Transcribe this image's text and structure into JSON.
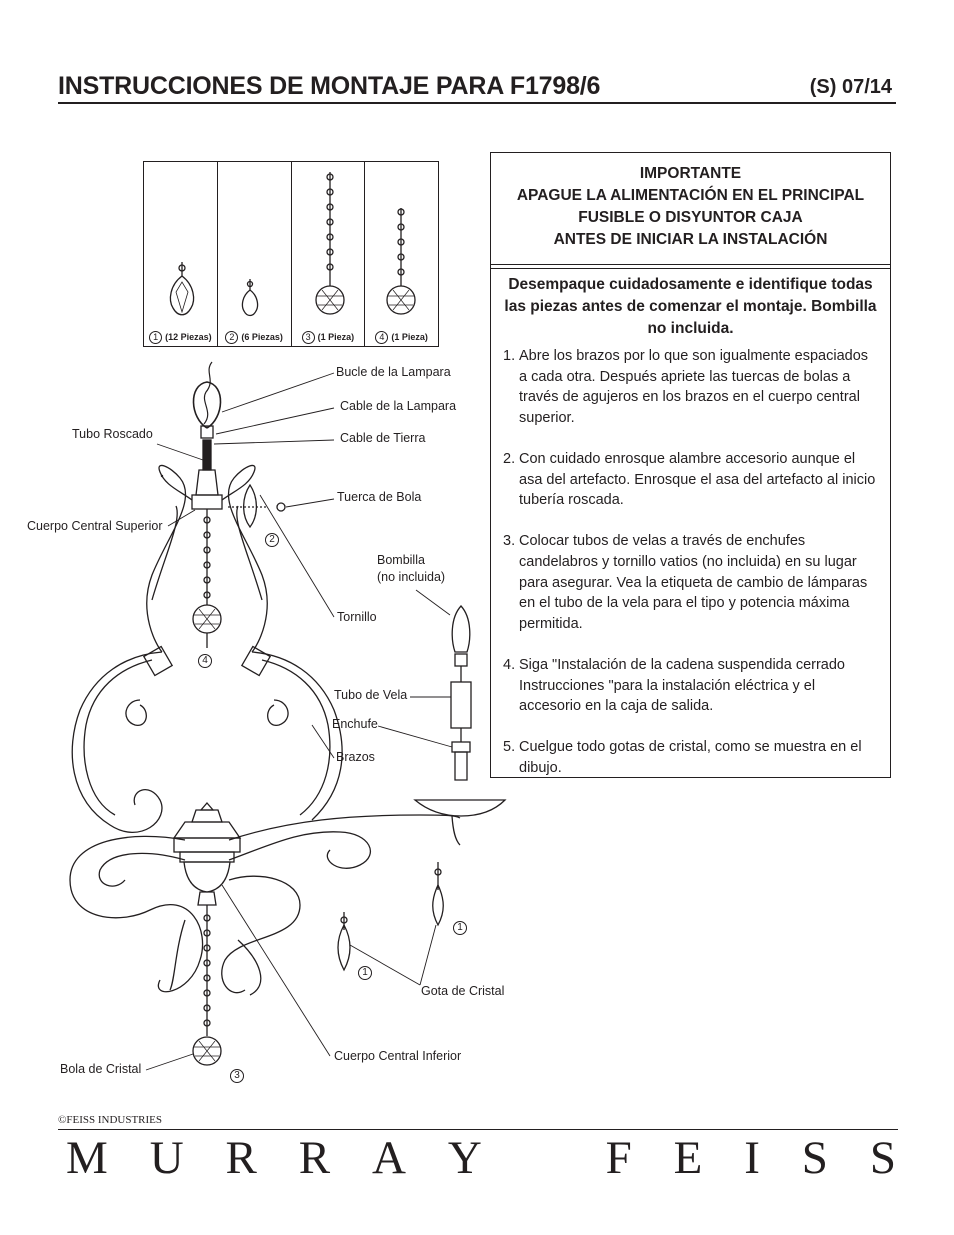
{
  "header": {
    "title": "INSTRUCCIONES DE MONTAJE PARA  F1798/6",
    "code": "(S) 07/14"
  },
  "important": {
    "lines": [
      "IMPORTANTE",
      "APAGUE LA ALIMENTACIÓN EN EL PRINCIPAL",
      "FUSIBLE O DISYUNTOR CAJA",
      "ANTES DE INICIAR LA INSTALACIÓN"
    ],
    "intro": "Desempaque cuidadosamente e identifique todas las piezas antes de comenzar el montaje. Bombilla no incluida.",
    "steps": [
      {
        "num": "1.",
        "text": "Abre los brazos por lo que son igualmente espaciados a cada otra. Después apriete las tuercas de bolas a través de agujeros en los brazos en el cuerpo central superior."
      },
      {
        "num": "2.",
        "text": "Con cuidado enrosque alambre accesorio aunque el asa del artefacto. Enrosque el asa del artefacto al inicio tubería roscada."
      },
      {
        "num": "3.",
        "text": "Colocar tubos de velas a través de enchufes candelabros y tornillo vatios (no incluida) en su lugar para asegurar. Vea la etiqueta de cambio de lámparas en el tubo de la vela para el tipo y potencia máxima permitida."
      },
      {
        "num": "4.",
        "text": "Siga \"Instalación de la cadena suspendida cerrado Instrucciones \"para la instalación eléctrica y el accesorio en la caja de salida."
      },
      {
        "num": "5.",
        "text": "Cuelgue todo gotas de cristal, como se muestra en el dibujo."
      }
    ]
  },
  "parts": [
    {
      "num": "1",
      "label": "(12 Piezas)"
    },
    {
      "num": "2",
      "label": "(6 Piezas)"
    },
    {
      "num": "3",
      "label": "(1 Pieza)"
    },
    {
      "num": "4",
      "label": "(1 Pieza)"
    }
  ],
  "callouts": {
    "bucle": "Bucle de la Lampara",
    "cable_lampara": "Cable de la Lampara",
    "cable_tierra": "Cable de Tierra",
    "tubo_roscado": "Tubo Roscado",
    "tuerca": "Tuerca de Bola",
    "cuerpo_superior": "Cuerpo Central Superior",
    "bombilla": "Bombilla",
    "no_incluida": "(no incluida)",
    "tornillo": "Tornillo",
    "tubo_vela": "Tubo de Vela",
    "enchufe": "Enchufe",
    "brazos": "Brazos",
    "gota": "Gota de Cristal",
    "bola": "Bola de Cristal",
    "cuerpo_inferior": "Cuerpo Central Inferior",
    "n1": "1",
    "n2": "2",
    "n3": "3",
    "n4": "4"
  },
  "footer": {
    "copyright": "©FEISS INDUSTRIES",
    "brand_left": [
      "M",
      "U",
      "R",
      "R",
      "A",
      "Y"
    ],
    "brand_right": [
      "F",
      "E",
      "I",
      "S",
      "S"
    ]
  }
}
